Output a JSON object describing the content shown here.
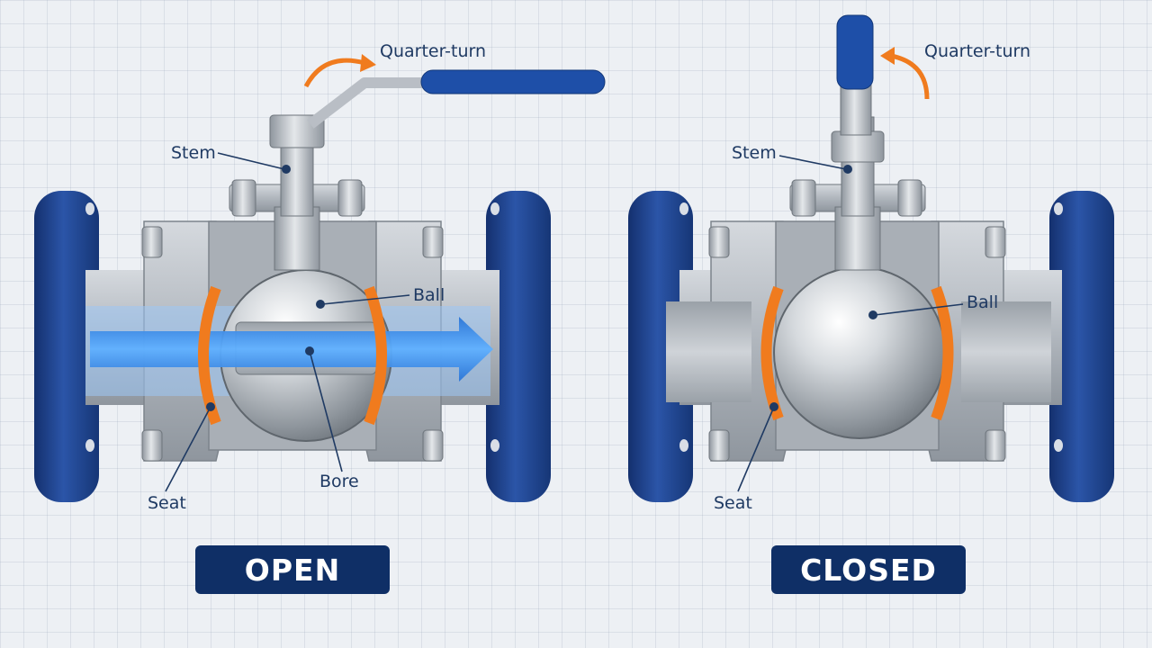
{
  "colors": {
    "navy": "#0f2f66",
    "flange_blue": "#1f4596",
    "handle_blue": "#1e4fa8",
    "seat_orange": "#f07b1e",
    "flow_blue": "#2e8cf0",
    "steel": "#b9bec5",
    "label_text": "#1f3a63"
  },
  "icons": {
    "rotation_arrow": "curved-arrow-icon",
    "flow_arrow": "flow-arrow-icon"
  },
  "open_valve": {
    "state_label": "OPEN",
    "labels": {
      "quarter_turn": "Quarter-turn",
      "stem": "Stem",
      "ball": "Ball",
      "bore": "Bore",
      "seat": "Seat"
    }
  },
  "closed_valve": {
    "state_label": "CLOSED",
    "labels": {
      "quarter_turn": "Quarter-turn",
      "stem": "Stem",
      "ball": "Ball",
      "seat": "Seat"
    }
  }
}
